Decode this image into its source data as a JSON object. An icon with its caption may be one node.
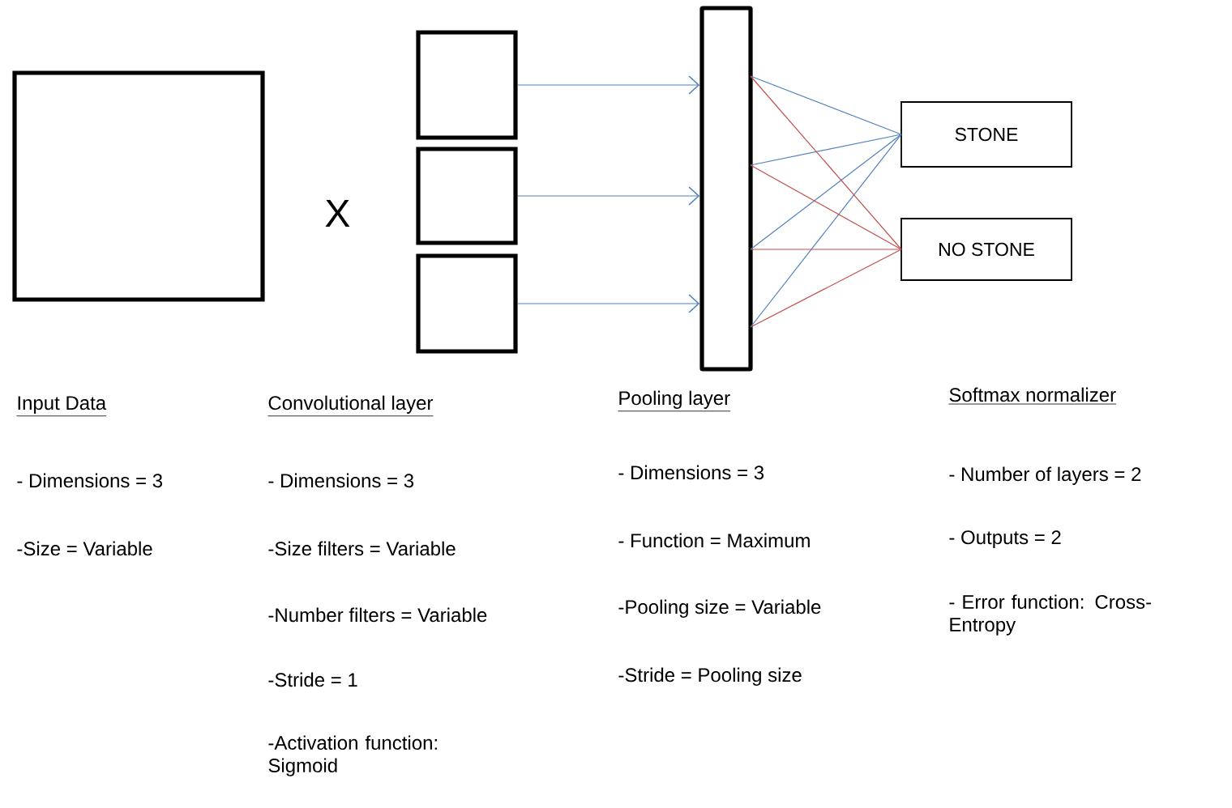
{
  "diagram": {
    "nodes": [
      {
        "text": [],
        "shape": "box"
      },
      {
        "text": [],
        "shape": "box"
      },
      {
        "text": [],
        "shape": "box"
      },
      {
        "text": [],
        "shape": "box"
      },
      {
        "text": [],
        "shape": "bar"
      },
      {
        "text": [
          "STONE"
        ]
      },
      {
        "text": [
          "NO STONE"
        ]
      }
    ],
    "edges": [
      {
        "from": 1,
        "to": 4,
        "arrow": "to"
      },
      {
        "from": 2,
        "to": 4,
        "arrow": "to"
      },
      {
        "from": 3,
        "to": 4,
        "arrow": "to"
      },
      {
        "from": 4,
        "to": 5,
        "arrow": "none"
      },
      {
        "from": 4,
        "to": 5,
        "arrow": "none"
      },
      {
        "from": 4,
        "to": 5,
        "arrow": "none"
      },
      {
        "from": 4,
        "to": 5,
        "arrow": "none"
      },
      {
        "from": 4,
        "to": 6,
        "arrow": "none",
        "color": "#c0504d"
      },
      {
        "from": 4,
        "to": 6,
        "arrow": "none",
        "color": "#c0504d"
      },
      {
        "from": 4,
        "to": 6,
        "arrow": "none",
        "color": "#c0504d"
      },
      {
        "from": 4,
        "to": 6,
        "arrow": "none",
        "color": "#c0504d"
      }
    ],
    "labels": [
      "X",
      "Input Data",
      "- Dimensions = 3",
      "-Size = Variable",
      "Convolutional layer",
      "- Dimensions = 3",
      "-Size filters = Variable",
      "-Number filters = Variable",
      "-Stride = 1",
      "-Activation function: Sigmoid",
      "Pooling layer",
      "- Dimensions = 3",
      "- Function = Maximum",
      "-Pooling size = Variable",
      "-Stride = Pooling size",
      "Softmax normalizer",
      "- Number of layers = 2",
      "- Outputs = 2",
      "- Error function: Cross-Entropy"
    ]
  }
}
